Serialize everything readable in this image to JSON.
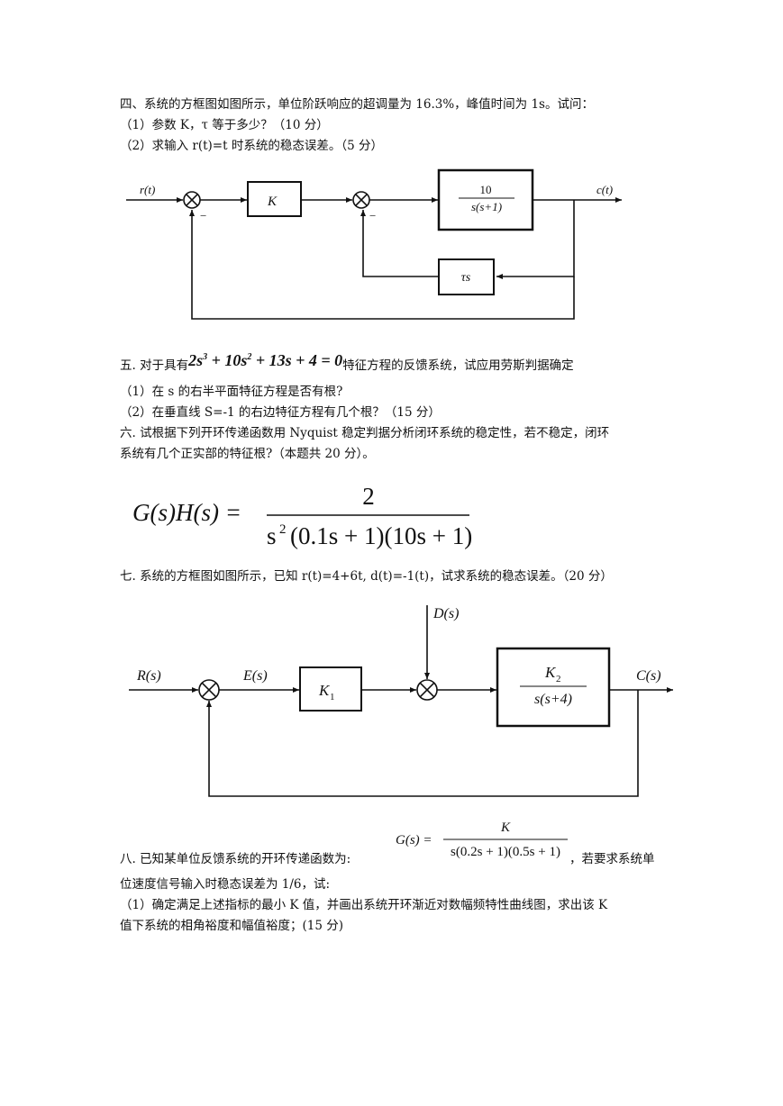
{
  "q4": {
    "title": "四、系统的方框图如图所示，单位阶跃响应的超调量为 16.3%，峰值时间为 1s。试问：",
    "sub1": "（1）参数 K，τ 等于多少？（10 分）",
    "sub2": "（2）求输入 r(t)=t 时系统的稳态误差。（5 分）",
    "diagram": {
      "input": "r(t)",
      "output": "c(t)",
      "block_k": "K",
      "tf_num": "10",
      "tf_den": "s(s+1)",
      "fb_block": "τs",
      "minus1": "−",
      "minus2": "−"
    }
  },
  "q5": {
    "prefix": "五. 对于具有",
    "suffix": "特征方程的反馈系统，试应用劳斯判据确定",
    "eq_2": "2",
    "eq_s": "s",
    "eq_p3": "3",
    "eq_plus10": "+ 10",
    "eq_s2": "s",
    "eq_p2": "2",
    "eq_rest": "+ 13s + 4 = 0",
    "sub1": "（1）在 s 的右半平面特征方程是否有根?",
    "sub2": "（2）在垂直线 S=-1 的右边特征方程有几个根？（15 分）"
  },
  "q6": {
    "line1": "六. 试根据下列开环传递函数用 Nyquist 稳定判据分析闭环系统的稳定性，若不稳定，闭环",
    "line2": "系统有几个正实部的特征根?（本题共 20 分）。",
    "lhs": "G(s)H(s) =",
    "num": "2",
    "den_s": "s",
    "den_exp": "2",
    "den_rest": "(0.1s + 1)(10s + 1)"
  },
  "q7": {
    "title": "七. 系统的方框图如图所示，已知 r(t)=4+6t, d(t)=-1(t)，试求系统的稳态误差。（20 分）",
    "diagram": {
      "input": "R(s)",
      "error": "E(s)",
      "disturbance": "D(s)",
      "output": "C(s)",
      "k1": "K",
      "k1_sub": "1",
      "tf_num": "K",
      "tf_num_sub": "2",
      "tf_den": "s(s+4)"
    }
  },
  "q8": {
    "prefix": "八. 已知某单位反馈系统的开环传递函数为:",
    "suffix": "，若要求系统单",
    "formula_lhs": "G(s) =",
    "formula_num": "K",
    "formula_den": "s(0.2s + 1)(0.5s + 1)",
    "line2": "位速度信号输入时稳态误差为 1/6，试:",
    "line3": "（1）确定满足上述指标的最小 K 值，并画出系统开环渐近对数幅频特性曲线图，求出该 K",
    "line4": "值下系统的相角裕度和幅值裕度；(15 分)"
  }
}
